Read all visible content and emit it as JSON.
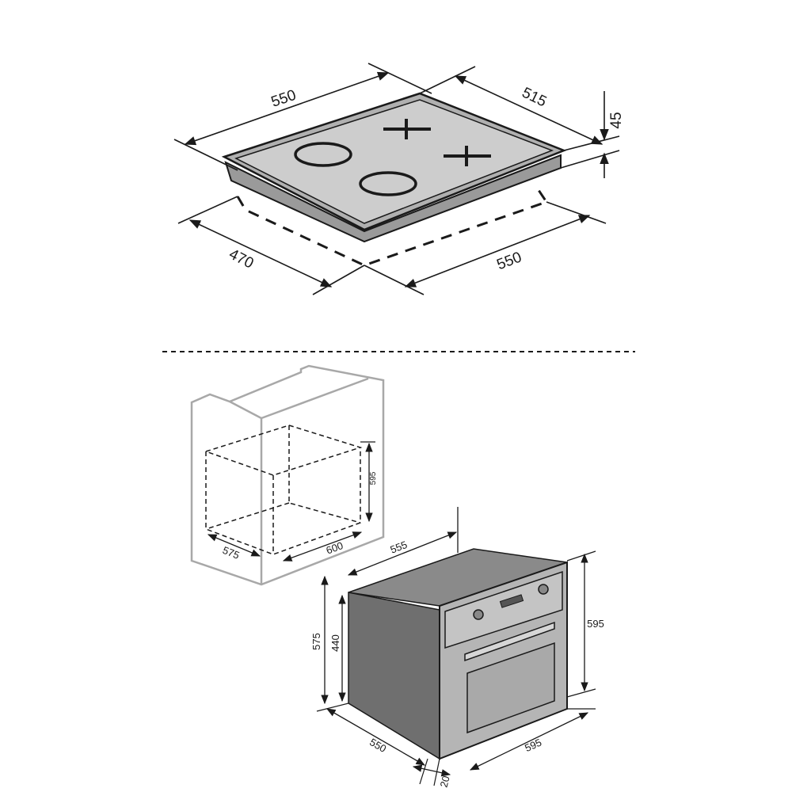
{
  "colors": {
    "line": "#1a1a1a",
    "hob_surface": "#c9c9c9",
    "hob_frame": "#9a9a9a",
    "niche_line": "#a8a8a8",
    "oven_body": "#6f6f6f",
    "oven_front": "#b5b5b5",
    "oven_top": "#8a8a8a",
    "background": "#ffffff"
  },
  "hob": {
    "width": "550",
    "depth": "515",
    "height": "45",
    "cutout_depth": "470",
    "cutout_width": "550",
    "burner_icons": [
      "ring-burner-icon",
      "cross-burner-icon",
      "ring-burner-icon",
      "cross-burner-icon"
    ]
  },
  "niche": {
    "height": "595",
    "depth": "575",
    "width": "600"
  },
  "oven": {
    "top_depth": "555",
    "front_height": "595",
    "side_height": "575",
    "inner_height": "440",
    "depth": "550",
    "width": "595",
    "front_thickness": "20"
  }
}
